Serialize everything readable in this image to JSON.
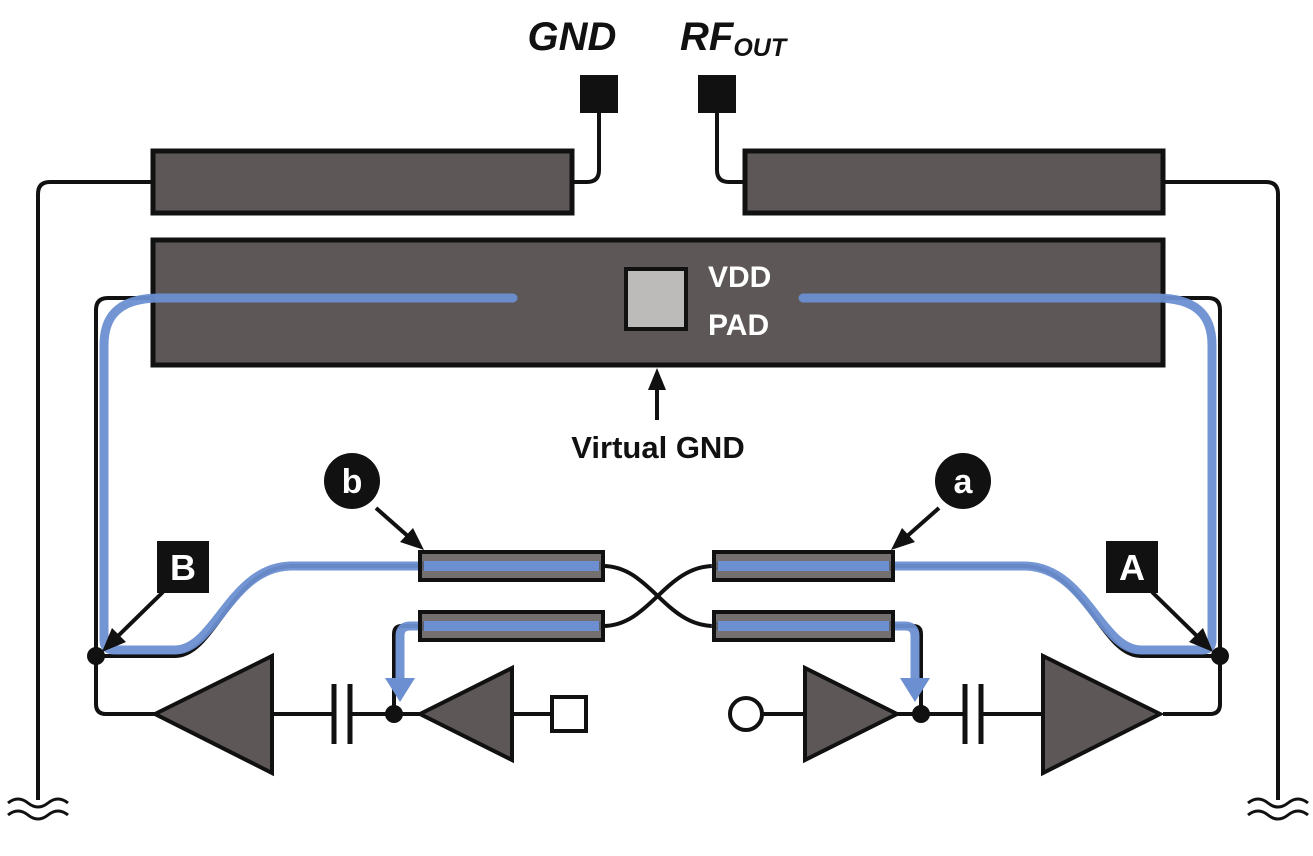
{
  "pads": {
    "gnd": "GND",
    "rf_out_main": "RF",
    "rf_out_sub": "OUT",
    "vdd_line1": "VDD",
    "vdd_line2": "PAD"
  },
  "annotations": {
    "virtual_gnd": "Virtual GND"
  },
  "nodes": {
    "a": "a",
    "b": "b",
    "A": "A",
    "B": "B"
  },
  "colors": {
    "line_fill": "#5d5757",
    "stroke": "#111111",
    "current_path": "#6b8fd1",
    "vdd_pad": "#bdbaba"
  }
}
